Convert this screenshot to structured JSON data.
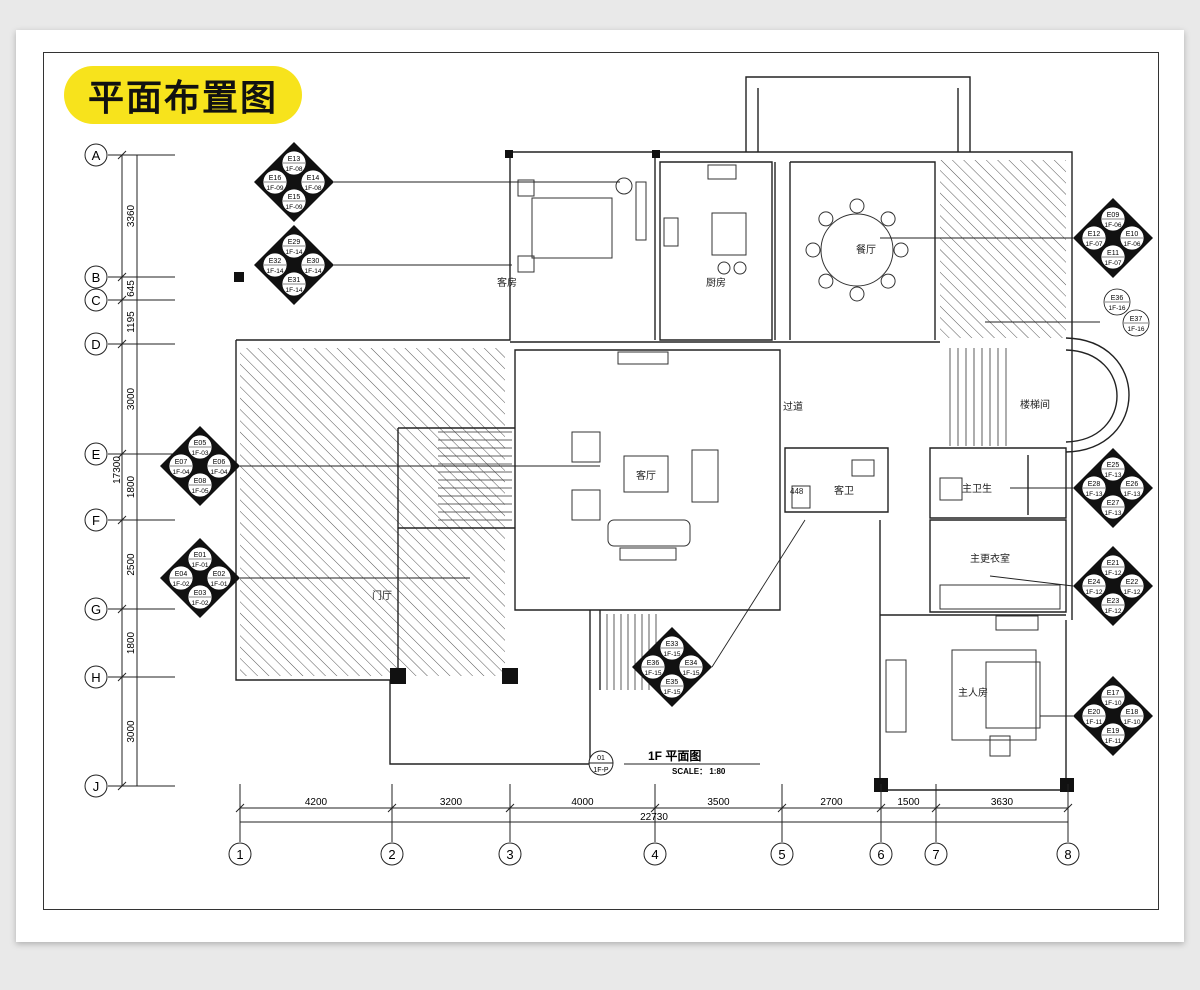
{
  "title": "平面布置图",
  "drawing_title": "1F  平面图",
  "scale": "SCALE：  1:80",
  "view_ref": {
    "top": "01",
    "bottom": "1F-P"
  },
  "row_axes": [
    "A",
    "B",
    "C",
    "D",
    "E",
    "F",
    "G",
    "H",
    "J"
  ],
  "col_axes": [
    "1",
    "2",
    "3",
    "4",
    "5",
    "6",
    "7",
    "8"
  ],
  "row_dims": [
    "3360",
    "645",
    "1195",
    "3000",
    "1800",
    "2500",
    "1800",
    "3000"
  ],
  "row_total": "17300",
  "col_dims": [
    "4200",
    "3200",
    "4000",
    "3500",
    "2700",
    "1500",
    "3630"
  ],
  "col_total": "22730",
  "rooms": {
    "guest_room": "客房",
    "kitchen": "厨房",
    "dining": "餐厅",
    "living": "客厅",
    "corridor": "过道",
    "guest_bath": "客卫",
    "master_bath": "主卫生",
    "dressing": "主更衣室",
    "foyer": "门厅",
    "master_bed": "主人房",
    "stair": "楼梯间"
  },
  "tags": [
    {
      "top": "E13",
      "left": "E16",
      "right": "E14",
      "bottom": "E15",
      "ref": "1F-08",
      "ref_l": "1F-09",
      "ref_r": "1F-08",
      "ref_b": "1F-09"
    },
    {
      "top": "E29",
      "left": "E32",
      "right": "E30",
      "bottom": "E31",
      "ref": "1F-14",
      "ref_l": "1F-14",
      "ref_r": "1F-14",
      "ref_b": "1F-14"
    },
    {
      "top": "E05",
      "left": "E07",
      "right": "E06",
      "bottom": "E08",
      "ref": "1F-03",
      "ref_l": "1F-04",
      "ref_r": "1F-04",
      "ref_b": "1F-05"
    },
    {
      "top": "E01",
      "left": "E04",
      "right": "E02",
      "bottom": "E03",
      "ref": "1F-01",
      "ref_l": "1F-02",
      "ref_r": "1F-01",
      "ref_b": "1F-02"
    },
    {
      "top": "E33",
      "left": "E36",
      "right": "E34",
      "bottom": "E35",
      "ref": "1F-15",
      "ref_l": "1F-15",
      "ref_r": "1F-15",
      "ref_b": "1F-15"
    },
    {
      "top": "E09",
      "left": "E12",
      "right": "E10",
      "bottom": "E11",
      "ref": "1F-06",
      "ref_l": "1F-07",
      "ref_r": "1F-06",
      "ref_b": "1F-07"
    },
    {
      "top": "E25",
      "left": "E28",
      "right": "E26",
      "bottom": "E27",
      "ref": "1F-13",
      "ref_l": "1F-13",
      "ref_r": "1F-13",
      "ref_b": "1F-13"
    },
    {
      "top": "E21",
      "left": "E24",
      "right": "E22",
      "bottom": "E23",
      "ref": "1F-12",
      "ref_l": "1F-12",
      "ref_r": "1F-12",
      "ref_b": "1F-12"
    },
    {
      "top": "E17",
      "left": "E20",
      "right": "E18",
      "bottom": "E19",
      "ref": "1F-10",
      "ref_l": "1F-11",
      "ref_r": "1F-10",
      "ref_b": "1F-11"
    }
  ],
  "tag_stair": {
    "top": "E36",
    "left": "",
    "right": "E37",
    "ref": "1F-16",
    "ref_r": "1F-16"
  },
  "device_label": "448"
}
